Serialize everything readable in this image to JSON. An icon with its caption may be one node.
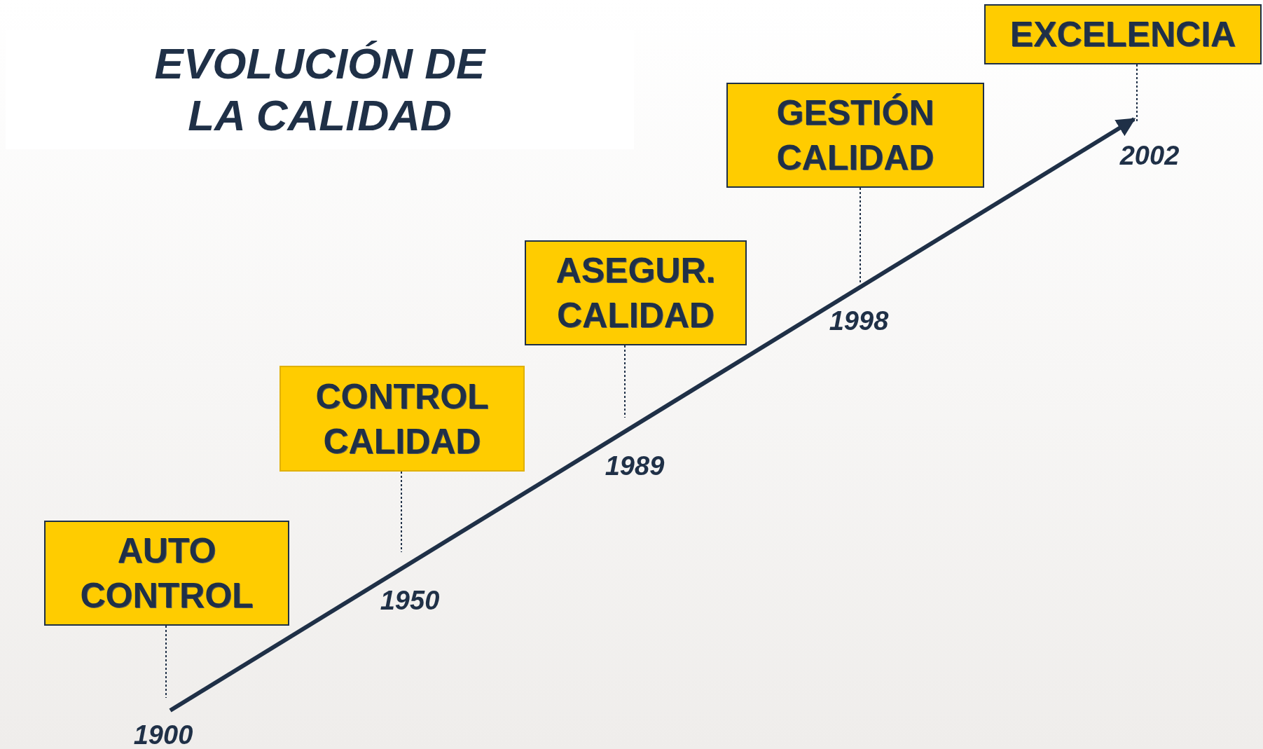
{
  "diagram": {
    "title": "EVOLUCIÓN DE LA CALIDAD",
    "nodes": [
      {
        "text": [
          "AUTO CONTROL"
        ]
      },
      {
        "text": [
          "CONTROL CALIDAD"
        ]
      },
      {
        "text": [
          "ASEGUR. CALIDAD"
        ]
      },
      {
        "text": [
          "GESTIÓN CALIDAD"
        ]
      },
      {
        "text": [
          "EXCELENCIA"
        ]
      }
    ],
    "edges": [
      {
        "from": 0,
        "to": null,
        "arrow": "none",
        "style": "dashed"
      },
      {
        "from": 1,
        "to": null,
        "arrow": "none",
        "style": "dashed"
      },
      {
        "from": 2,
        "to": null,
        "arrow": "none",
        "style": "dashed"
      },
      {
        "from": 3,
        "to": null,
        "arrow": "none",
        "style": "dashed"
      },
      {
        "from": 4,
        "to": null,
        "arrow": "none",
        "style": "dashed"
      }
    ],
    "labels": [
      "2002",
      "1998",
      "1989",
      "1950",
      "1900"
    ]
  }
}
